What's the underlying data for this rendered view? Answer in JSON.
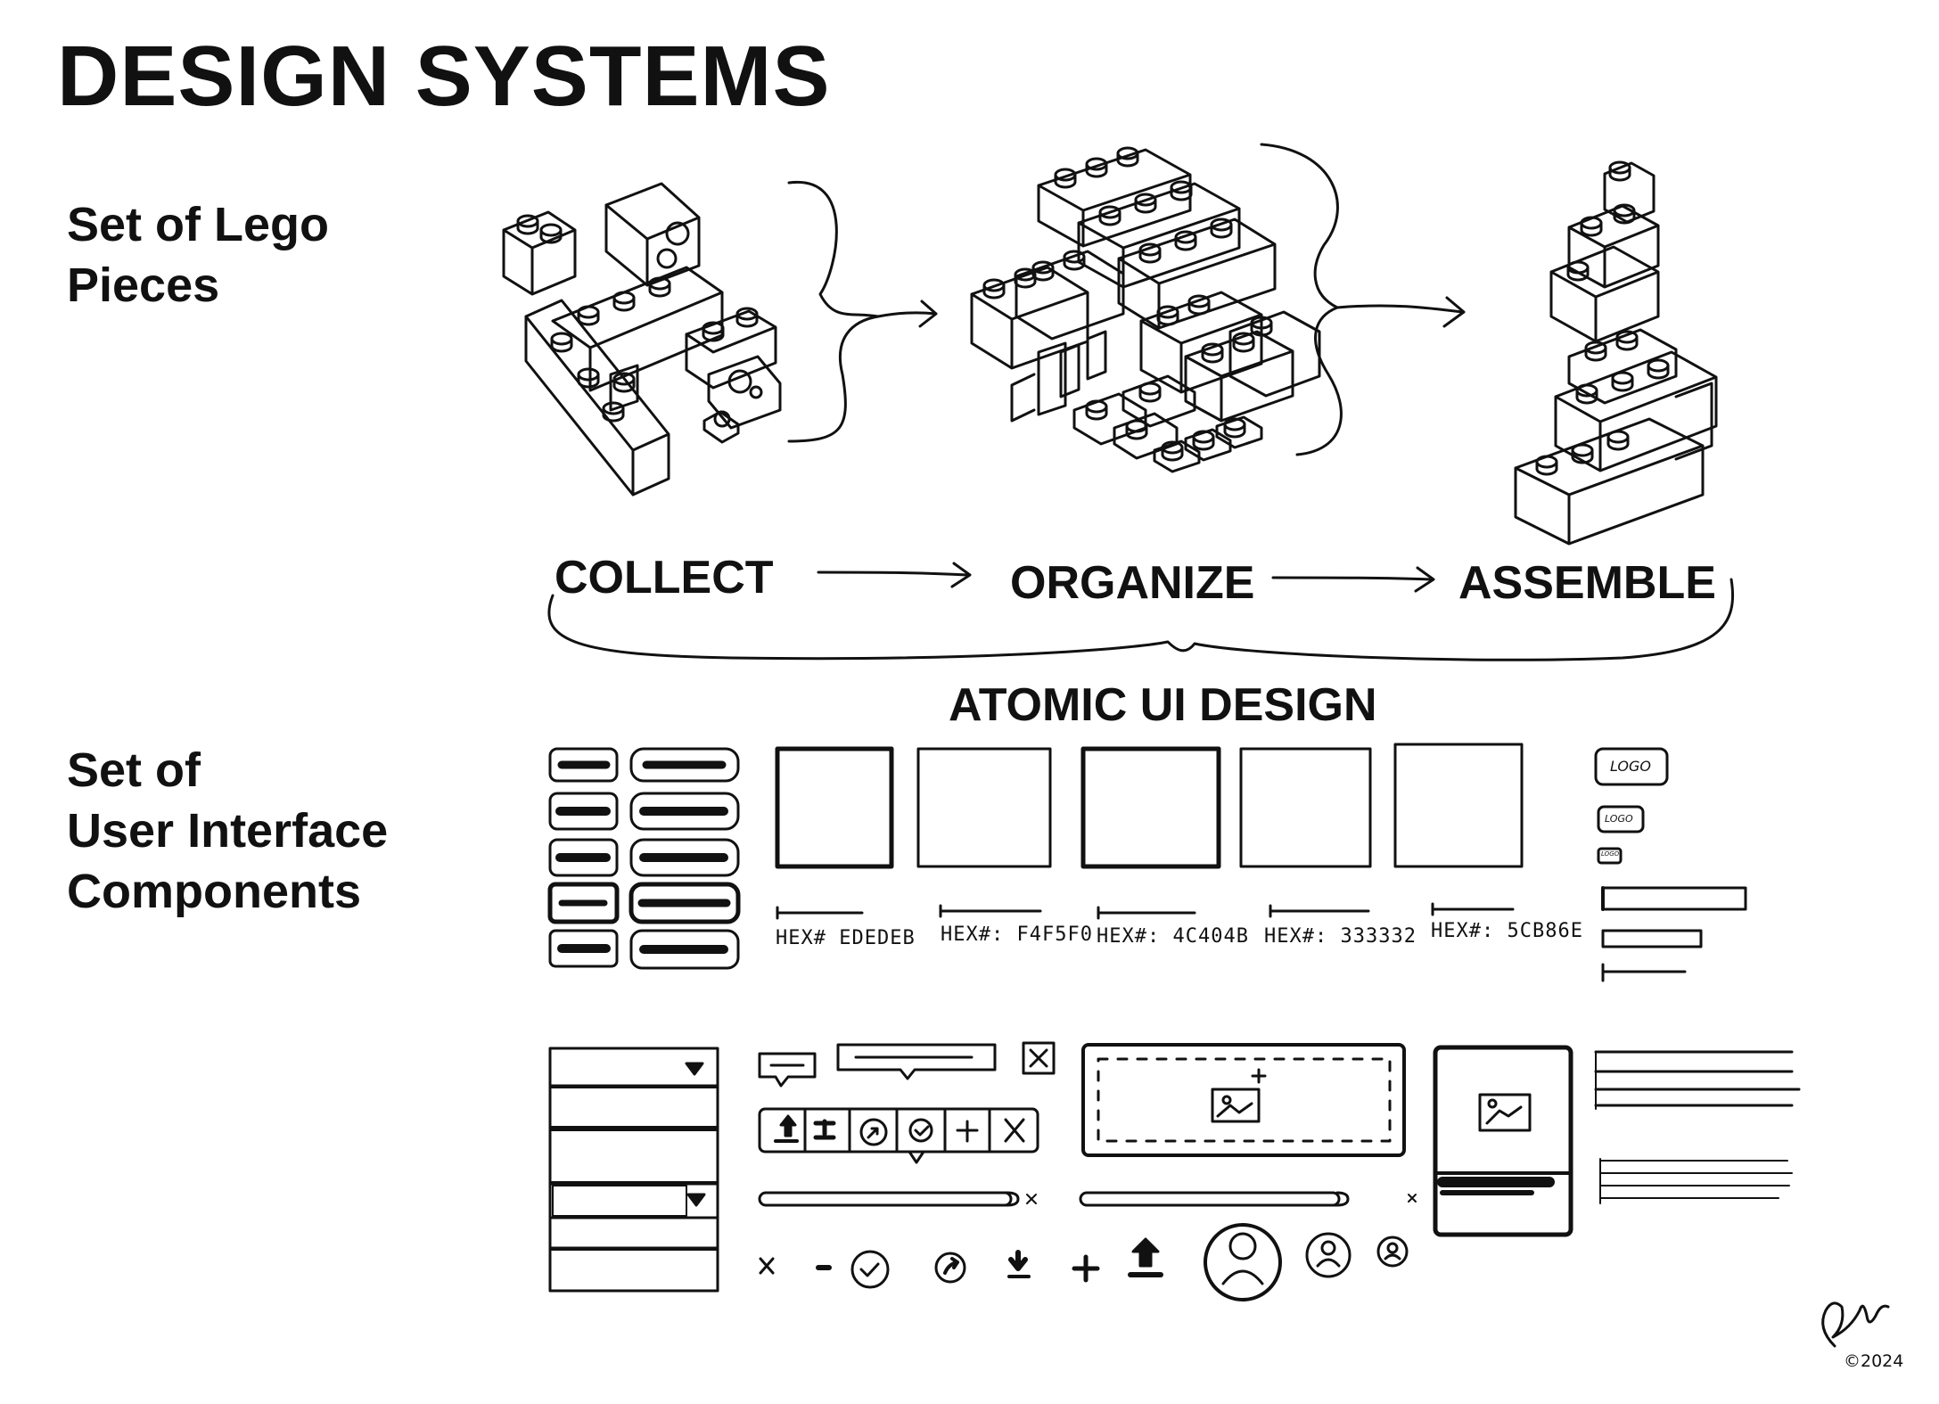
{
  "title": "DESIGN SYSTEMS",
  "left_labels": {
    "lego": [
      "Set of Lego",
      "Pieces"
    ],
    "ui": [
      "Set of",
      "User Interface",
      "Components"
    ]
  },
  "stages": [
    "COLLECT",
    "ORGANIZE",
    "ASSEMBLE"
  ],
  "atomic_label": "ATOMIC UI DESIGN",
  "swatches": [
    {
      "hex": "HEX# EDEDEB",
      "pattern": "diag-single"
    },
    {
      "hex": "HEX#: F4F5F0",
      "pattern": "diag-light"
    },
    {
      "hex": "HEX#: 4C404B",
      "pattern": "crosshatch"
    },
    {
      "hex": "HEX#: 333332",
      "pattern": "vertical"
    },
    {
      "hex": "HEX#: 5CB86E",
      "pattern": "horizontal"
    }
  ],
  "logo_text": "LOGO",
  "signature": {
    "copyright": "©2024"
  },
  "icons": [
    "close-icon",
    "minus-icon",
    "check-circle-icon",
    "share-icon",
    "download-icon",
    "plus-icon",
    "upload-icon",
    "avatar-icon"
  ]
}
